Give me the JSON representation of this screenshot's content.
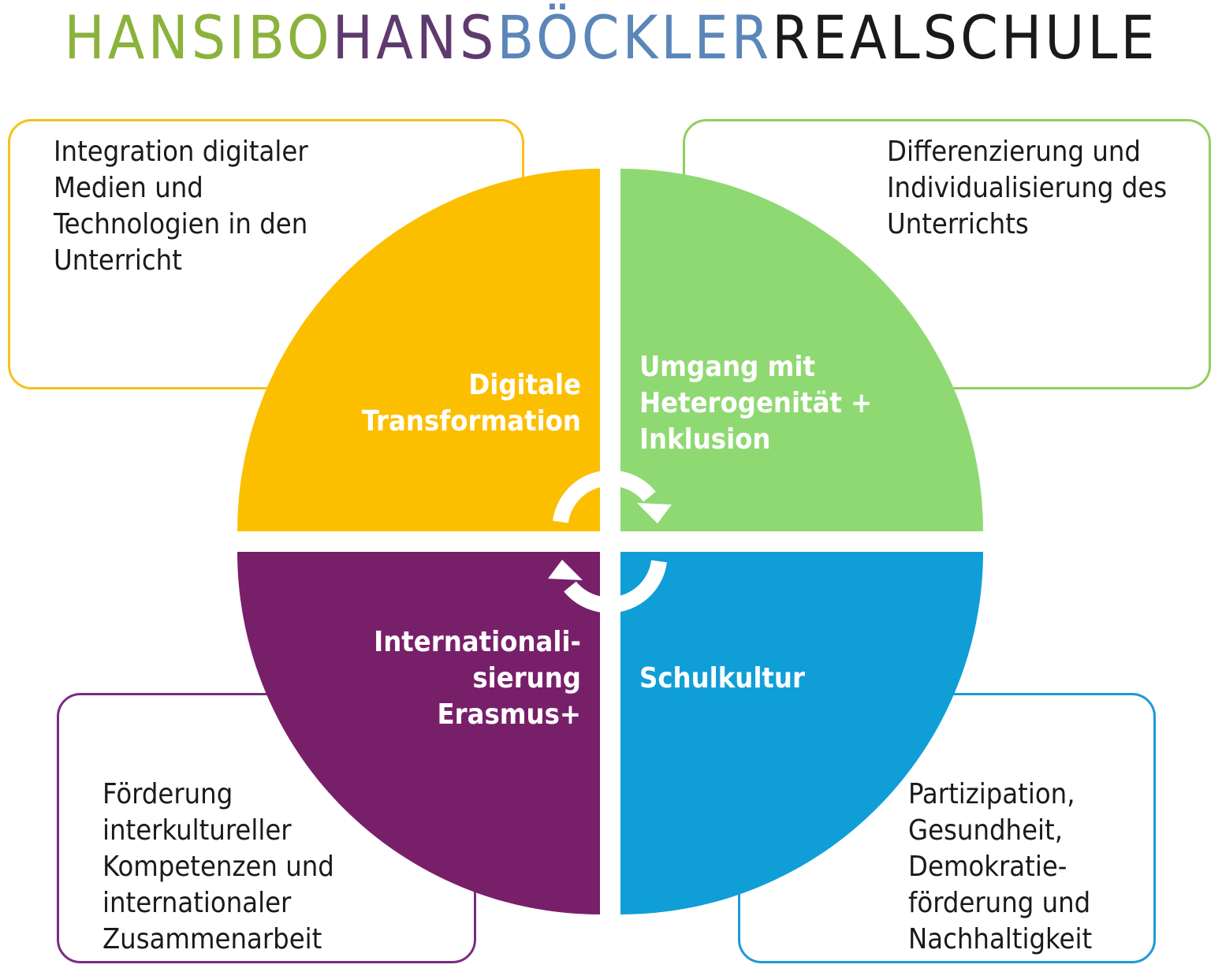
{
  "header": {
    "parts": [
      {
        "text": "HANSIBO",
        "color": "#8bb23c"
      },
      {
        "text": "HANS",
        "color": "#5f3a6e"
      },
      {
        "text": "BÖCKLER",
        "color": "#5b86b8"
      },
      {
        "text": "REALSCHULE",
        "color": "#1a1a1a"
      }
    ]
  },
  "colors": {
    "digital": "#fcbf00",
    "heterogenity": "#8fd973",
    "international": "#781f6a",
    "schulkultur": "#109ed7"
  },
  "quadrants": {
    "top_left": "Digitale\nTransformation",
    "top_right": "Umgang mit\nHeterogenität +\nInklusion",
    "bottom_left": "Internationali-\nsierung\nErasmus+",
    "bottom_right": "Schulkultur"
  },
  "boxes": {
    "top_left": "Integration digitaler\nMedien und\nTechnologien in den\nUnterricht",
    "top_right": "Differenzierung und\nIndividualisierung des\nUnterrichts",
    "bottom_left": "Förderung\ninterkultureller\nKompetenzen und\ninternationaler\nZusammenarbeit",
    "bottom_right": "Partizipation,\nGesundheit,\nDemokratie-\nförderung und\nNachhaltigkeit"
  },
  "icons": {
    "cycle": "circular-arrows-icon"
  }
}
